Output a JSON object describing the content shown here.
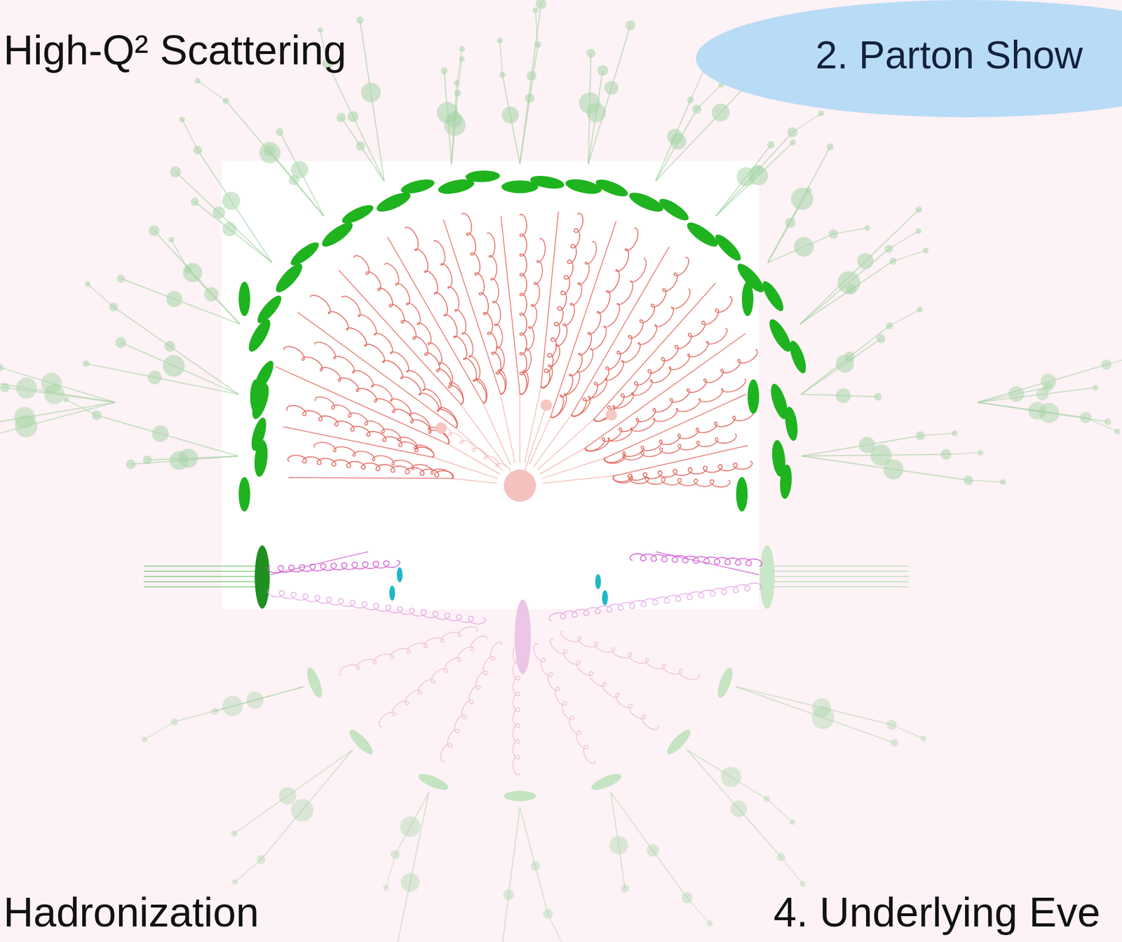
{
  "diagram": {
    "nodes": [
      {
        "text": [
          "2. Parton Show"
        ]
      }
    ],
    "labels": [
      "High-Q² Scattering",
      "Hadronization",
      "4. Underlying Eve"
    ]
  }
}
